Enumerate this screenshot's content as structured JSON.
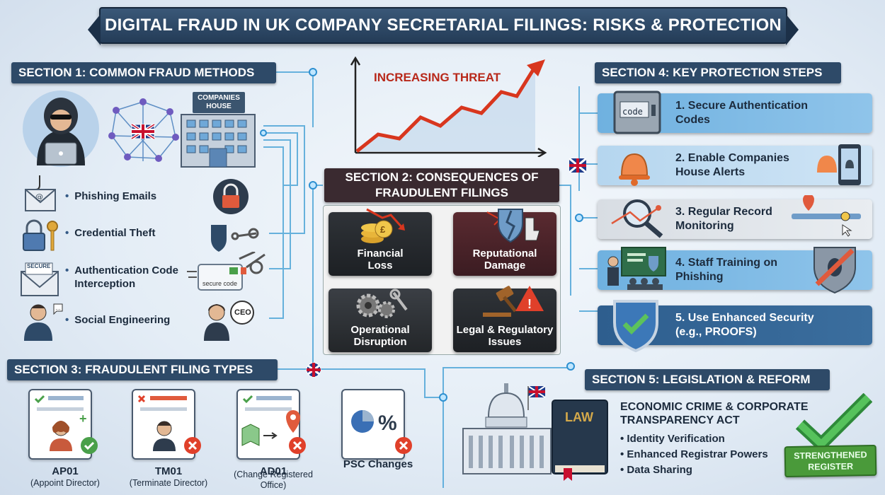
{
  "title": "DIGITAL FRAUD IN UK COMPANY SECRETARIAL FILINGS: RISKS & PROTECTION",
  "section1": {
    "heading": "SECTION 1: COMMON FRAUD METHODS",
    "building_label": "COMPANIES HOUSE",
    "items": [
      "Phishing Emails",
      "Credential Theft",
      "Authentication Code Interception",
      "Social Engineering"
    ],
    "secure_code_label": "secure code",
    "ceo_label": "CEO",
    "envelope_label": "SECURE"
  },
  "threat_chart": {
    "label": "INCREASING THREAT"
  },
  "section2": {
    "heading": "SECTION 2: CONSEQUENCES OF FRAUDULENT FILINGS",
    "cards": [
      "Financial Loss",
      "Reputational Damage",
      "Operational Disruption",
      "Legal & Regulatory Issues"
    ]
  },
  "section3": {
    "heading": "SECTION 3: FRAUDULENT FILING TYPES",
    "docs": [
      {
        "code": "AP01",
        "desc": "(Appoint Director)"
      },
      {
        "code": "TM01",
        "desc": "(Terminate Director)"
      },
      {
        "code": "AD01",
        "desc": "(Change Registered Office)"
      },
      {
        "code": "PSC Changes",
        "desc": ""
      }
    ]
  },
  "section4": {
    "heading": "SECTION 4: KEY PROTECTION STEPS",
    "code_label": "code",
    "steps": [
      "1. Secure Authentication Codes",
      "2. Enable Companies House Alerts",
      "3. Regular Record Monitoring",
      "4. Staff Training on Phishing",
      "5. Use Enhanced Security (e.g., PROOFS)"
    ]
  },
  "section5": {
    "heading": "SECTION 5: LEGISLATION & REFORM",
    "book_label": "LAW",
    "act_title": "ECONOMIC CRIME & CORPORATE TRANSPARENCY ACT",
    "items": [
      "Identity Verification",
      "Enhanced Registrar Powers",
      "Data Sharing"
    ],
    "stamp": "STRENGTHENED REGISTER"
  }
}
